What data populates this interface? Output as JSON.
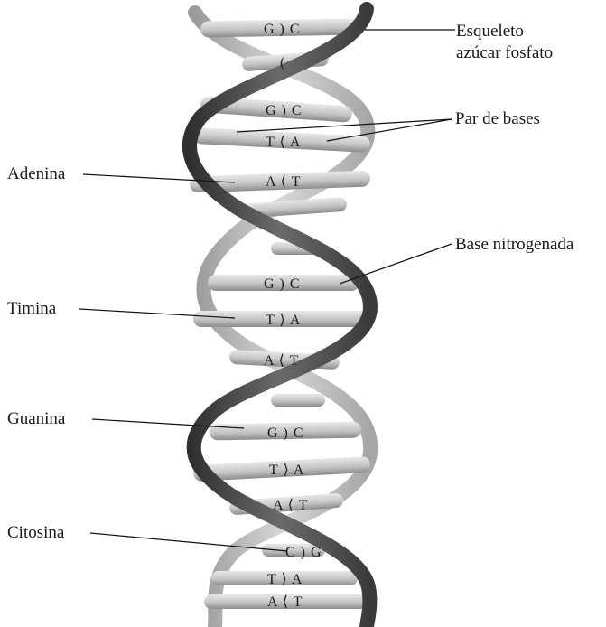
{
  "labels": {
    "backbone_line1": "Esqueleto",
    "backbone_line2": "azúcar fosfato",
    "base_pair": "Par de bases",
    "nitrogen_base": "Base nitrogenada",
    "adenine": "Adenina",
    "thymine": "Timina",
    "guanine": "Guanina",
    "cytosine": "Citosina"
  },
  "base_pairs": [
    "G ) C",
    "(",
    "G ) C",
    "T ⟨ A",
    "A ⟨ T",
    "G ) C",
    "T ⟩ A",
    "A ⟨ T",
    "G ) C",
    "T ⟩ A",
    "A ⟨ T",
    "C ) G",
    "T ⟩ A",
    "A ⟨ T"
  ],
  "colors": {
    "strand_dark": "#4a4a4a",
    "strand_light": "#b8b8b8",
    "rung": "#cfcfcf",
    "rung_shade": "#8a8a8a",
    "text": "#1a1a1a"
  }
}
